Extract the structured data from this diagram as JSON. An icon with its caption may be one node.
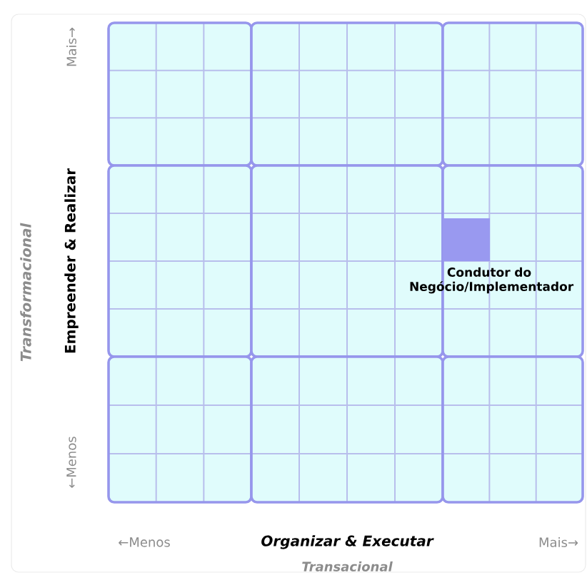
{
  "diagram": {
    "nodes": [
      {
        "text": [],
        "shape": "box",
        "beside": [
          "Condutor do Negócio/Implementador"
        ]
      }
    ],
    "labels": [
      "Mais→",
      "Transformacional",
      "Empreender & Realizar",
      "←Menos",
      "←Menos",
      "Organizar & Executar",
      "Mais→",
      "Transacional"
    ]
  }
}
